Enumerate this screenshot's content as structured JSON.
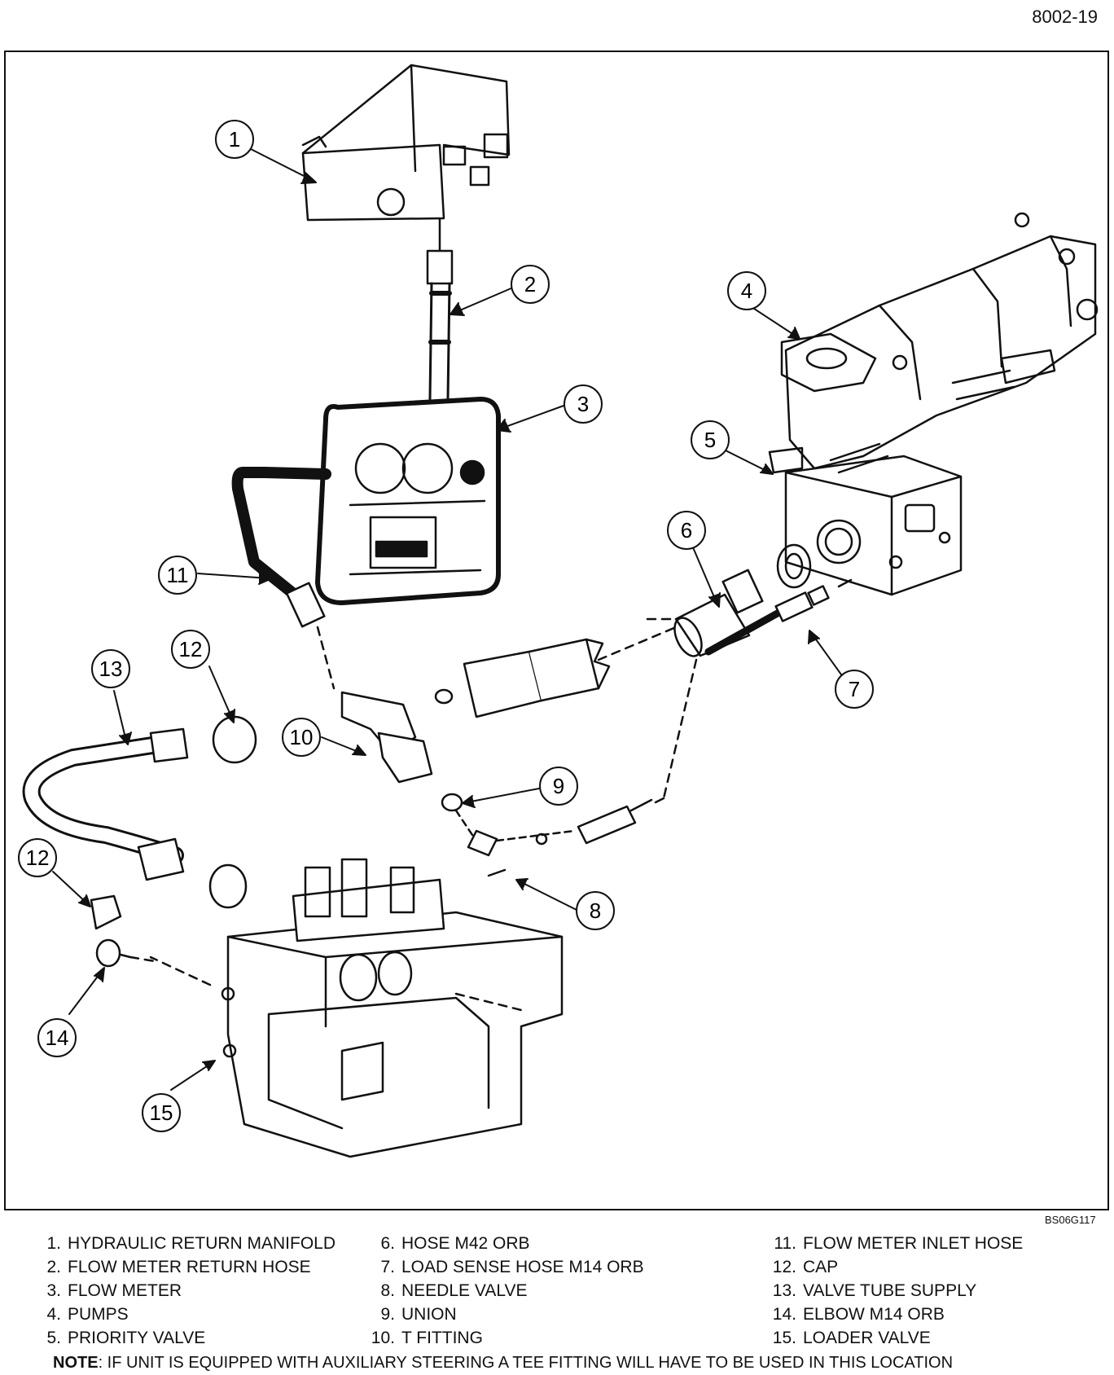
{
  "page_number": "8002-19",
  "figure_code": "BS06G117",
  "callouts": [
    "1",
    "2",
    "3",
    "4",
    "5",
    "6",
    "7",
    "8",
    "9",
    "10",
    "11",
    "12",
    "13",
    "12",
    "14",
    "15"
  ],
  "legend": [
    {
      "num": "1.",
      "label": "HYDRAULIC RETURN MANIFOLD"
    },
    {
      "num": "2.",
      "label": "FLOW METER RETURN HOSE"
    },
    {
      "num": "3.",
      "label": "FLOW METER"
    },
    {
      "num": "4.",
      "label": "PUMPS"
    },
    {
      "num": "5.",
      "label": "PRIORITY VALVE"
    },
    {
      "num": "6.",
      "label": "HOSE M42 ORB"
    },
    {
      "num": "7.",
      "label": "LOAD SENSE HOSE M14 ORB"
    },
    {
      "num": "8.",
      "label": "NEEDLE VALVE"
    },
    {
      "num": "9.",
      "label": "UNION"
    },
    {
      "num": "10.",
      "label": "T FITTING"
    },
    {
      "num": "11.",
      "label": "FLOW METER INLET HOSE"
    },
    {
      "num": "12.",
      "label": "CAP"
    },
    {
      "num": "13.",
      "label": "VALVE TUBE SUPPLY"
    },
    {
      "num": "14.",
      "label": "ELBOW M14 ORB"
    },
    {
      "num": "15.",
      "label": "LOADER VALVE"
    }
  ],
  "note": {
    "prefix": "NOTE",
    "text": ": IF UNIT IS EQUIPPED WITH AUXILIARY STEERING A TEE FITTING WILL HAVE TO BE USED IN THIS LOCATION"
  }
}
